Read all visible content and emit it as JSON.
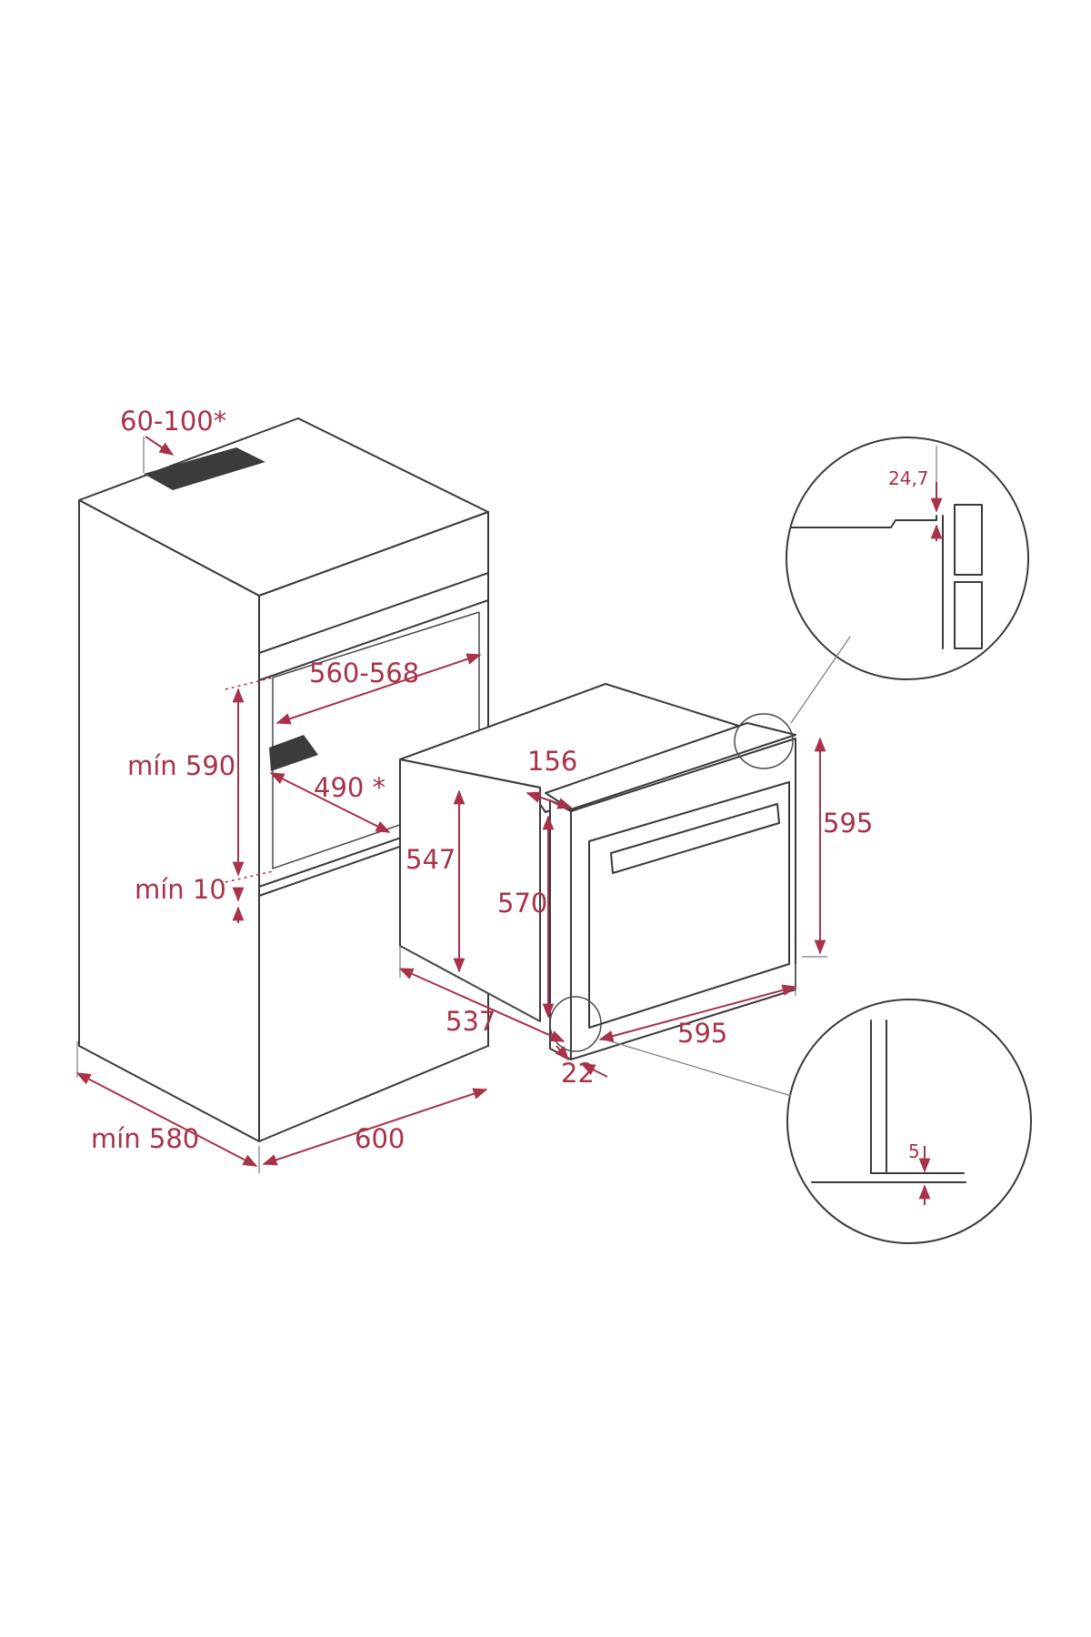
{
  "labels": {
    "ventilation": "60-100*",
    "niche_width": "560-568",
    "niche_height": "mín 590",
    "niche_depth": "490 *",
    "bottom_gap": "mín 10",
    "cabinet_depth": "mín 580",
    "cabinet_width": "600",
    "oven_top_offset": "156",
    "oven_body_height": "547",
    "oven_inner_height": "570",
    "oven_front_height": "595",
    "oven_depth": "537",
    "oven_width": "595",
    "front_thickness": "22",
    "detail_top_value": "24,7",
    "detail_bottom_value": "5"
  },
  "colors": {
    "dimension": "#a8324a",
    "line": "#3a3a3a",
    "vent": "#3b3b3b"
  }
}
